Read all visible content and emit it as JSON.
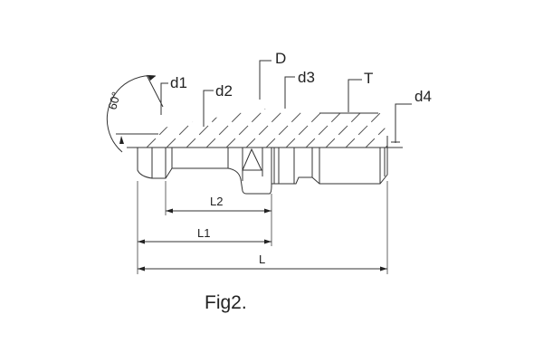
{
  "labels": {
    "D": "D",
    "d1": "d1",
    "d2": "d2",
    "d3": "d3",
    "T": "T",
    "d4": "d4",
    "angle": "60°",
    "L": "L",
    "L1": "L1",
    "L2": "L2"
  },
  "caption": "Fig2.",
  "colors": {
    "line": "#333333"
  }
}
